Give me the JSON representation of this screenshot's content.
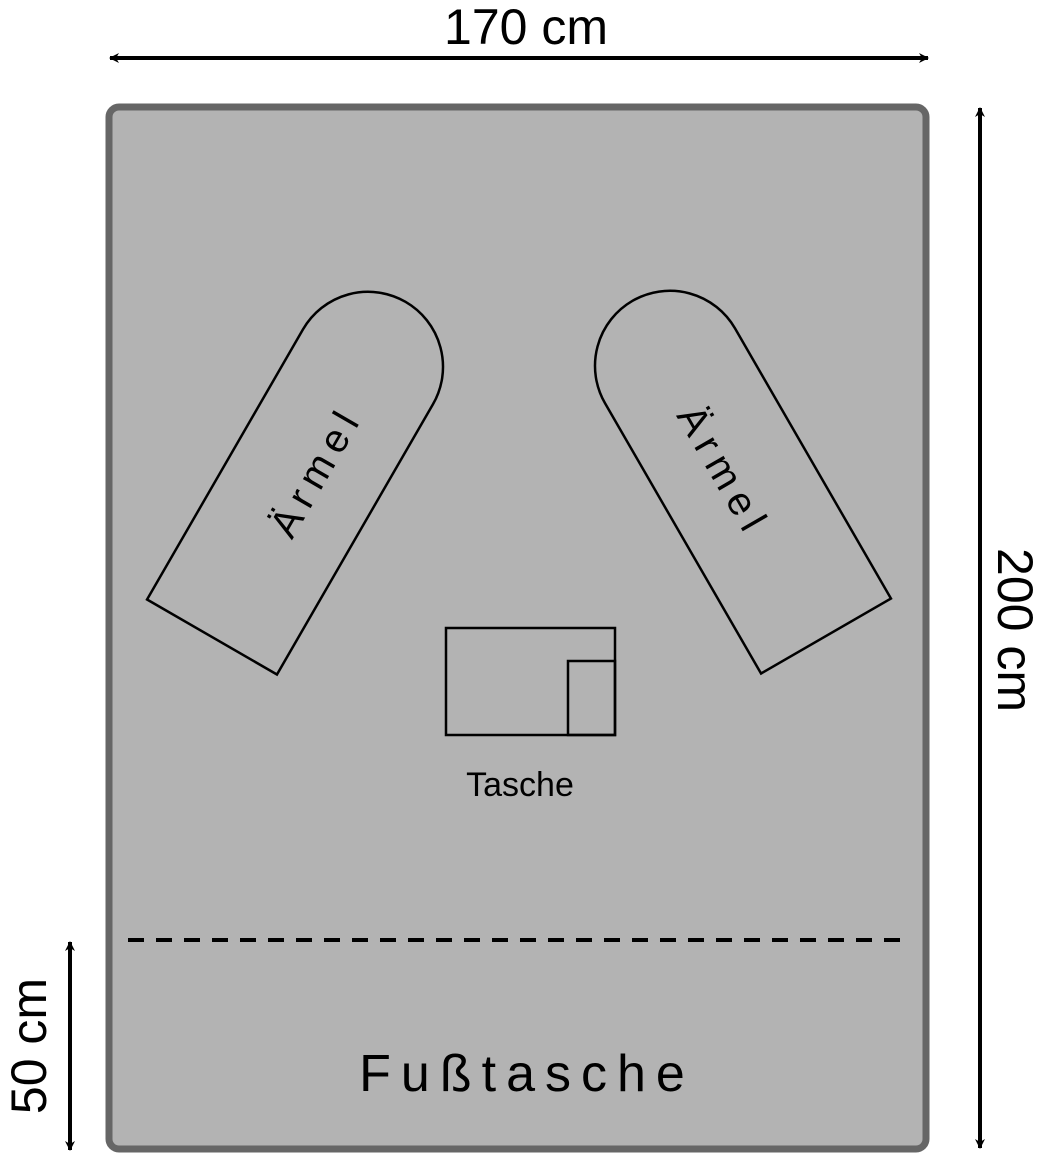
{
  "dimensions": {
    "width_label": "170 cm",
    "height_label": "200 cm",
    "foot_label": "50 cm"
  },
  "pieces": {
    "sleeve_left": "Ärmel",
    "sleeve_right": "Ärmel",
    "pocket": "Tasche",
    "foot_pocket": "Fußtasche"
  },
  "colors": {
    "fabric": "#b3b3b3",
    "border": "#666666",
    "line": "#000000"
  }
}
